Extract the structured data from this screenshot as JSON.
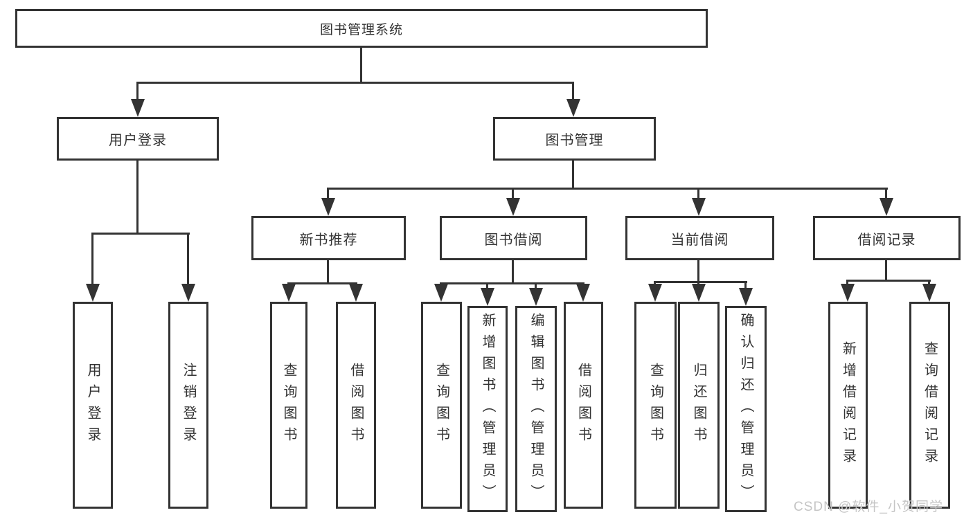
{
  "diagram_title": "图书管理系统",
  "labels": {
    "root": "图书管理系统",
    "user_login": "用户登录",
    "book_mgmt": "图书管理",
    "new_book_rec": "新书推荐",
    "book_borrow": "图书借阅",
    "current_borrow": "当前借阅",
    "borrow_record": "借阅记录",
    "leaves": [
      "用户登录",
      "注销登录",
      "查询图书",
      "借阅图书",
      "查询图书",
      "新增图书（管理员）",
      "编辑图书（管理员）",
      "借阅图书",
      "查询图书",
      "归还图书",
      "确认归还（管理员）",
      "新增借阅记录",
      "查询借阅记录"
    ]
  },
  "tree": {
    "root": "图书管理系统",
    "branches": [
      {
        "label": "用户登录",
        "children": [
          "用户登录",
          "注销登录"
        ]
      },
      {
        "label": "图书管理",
        "children": [
          {
            "label": "新书推荐",
            "children": [
              "查询图书",
              "借阅图书"
            ]
          },
          {
            "label": "图书借阅",
            "children": [
              "查询图书",
              "新增图书（管理员）",
              "编辑图书（管理员）",
              "借阅图书"
            ]
          },
          {
            "label": "当前借阅",
            "children": [
              "查询图书",
              "归还图书",
              "确认归还（管理员）"
            ]
          },
          {
            "label": "借阅记录",
            "children": [
              "新增借阅记录",
              "查询借阅记录"
            ]
          }
        ]
      }
    ]
  },
  "watermark": {
    "text": "CSDN @软件_小贺同学",
    "color": "#c5c5c5"
  },
  "colors": {
    "line": "#333333",
    "node_border": "#333333",
    "text": "#333333",
    "background": "#ffffff"
  }
}
